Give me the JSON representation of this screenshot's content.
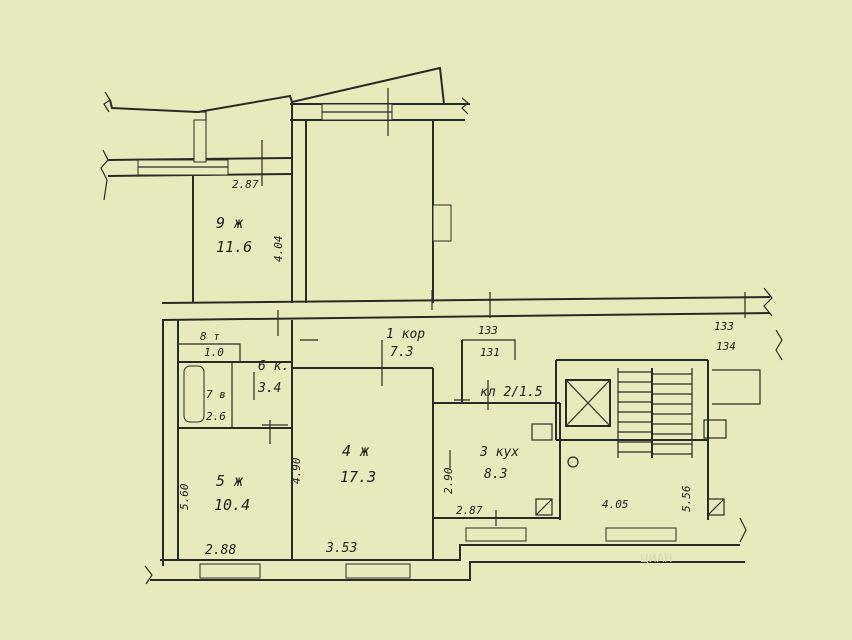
{
  "rooms": [
    {
      "id": "r9",
      "number_type": "9 ж",
      "area": "11.6"
    },
    {
      "id": "r1",
      "number_type": "1 кор",
      "area": "7.3"
    },
    {
      "id": "r8",
      "number_type": "8 т",
      "area": "1.0"
    },
    {
      "id": "r6",
      "number_type": "6 к.",
      "area": "3.4"
    },
    {
      "id": "r7",
      "number_type": "7 в",
      "area": "2.6"
    },
    {
      "id": "r4",
      "number_type": "4 ж",
      "area": "17.3"
    },
    {
      "id": "r3",
      "number_type": "3 кух",
      "area": "8.3"
    },
    {
      "id": "r5",
      "number_type": "5 ж",
      "area": "10.4"
    },
    {
      "id": "r2",
      "number_type": "кл 2/1.5"
    }
  ],
  "dimensions": [
    {
      "id": "d_287_top",
      "text": "2.87"
    },
    {
      "id": "d_404",
      "text": "4.04"
    },
    {
      "id": "d_490",
      "text": "4.90"
    },
    {
      "id": "d_560",
      "text": "5.60"
    },
    {
      "id": "d_288",
      "text": "2.88"
    },
    {
      "id": "d_353",
      "text": "3.53"
    },
    {
      "id": "d_290",
      "text": "2.90"
    },
    {
      "id": "d_287_kitchen",
      "text": "2.87"
    },
    {
      "id": "d_405",
      "text": "4.05"
    },
    {
      "id": "d_556",
      "text": "5.56"
    }
  ],
  "markers": [
    {
      "id": "m_133_1",
      "text": "133"
    },
    {
      "id": "m_131",
      "text": "131"
    },
    {
      "id": "m_133_2",
      "text": "133"
    },
    {
      "id": "m_134",
      "text": "134"
    }
  ],
  "watermark": "ЦИАН"
}
